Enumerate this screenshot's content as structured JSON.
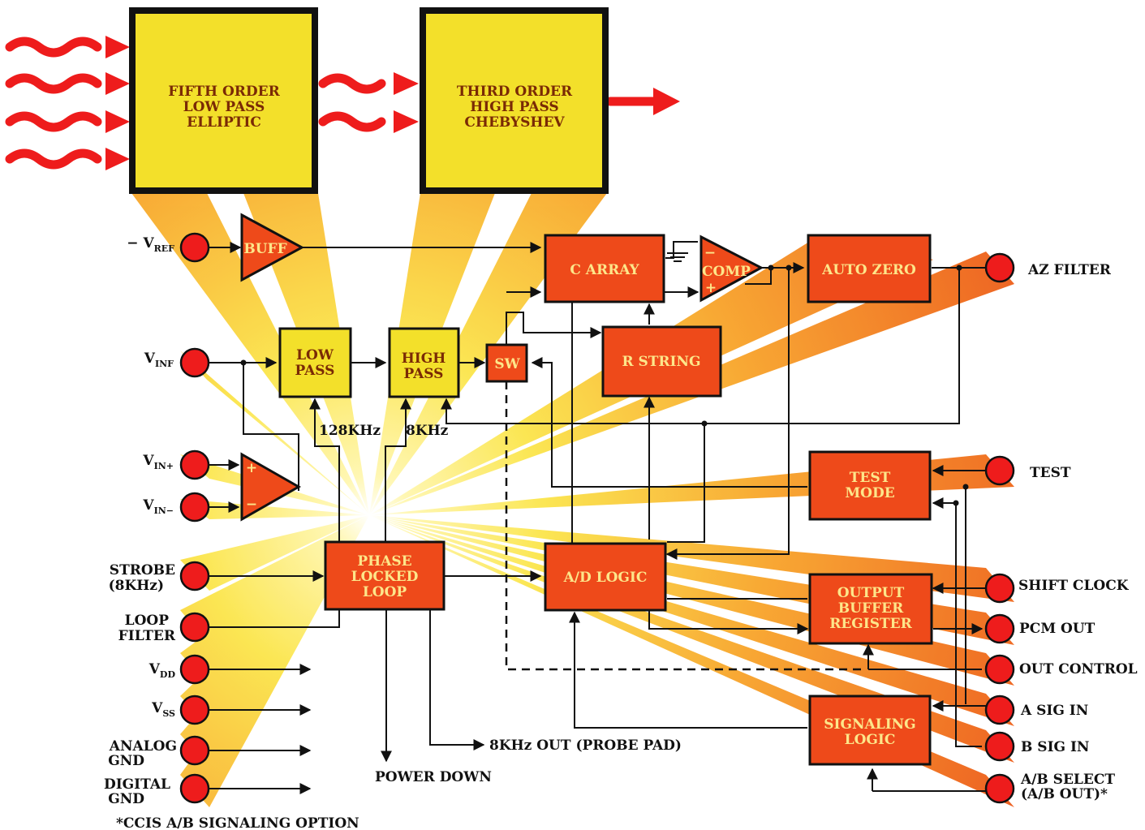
{
  "filters": {
    "fifth": [
      "FIFTH ORDER",
      "LOW PASS",
      "ELLIPTIC"
    ],
    "third": [
      "THIRD ORDER",
      "HIGH PASS",
      "CHEBYSHEV"
    ]
  },
  "blocks": {
    "buff": "BUFF",
    "low_pass": [
      "LOW",
      "PASS"
    ],
    "high_pass": [
      "HIGH",
      "PASS"
    ],
    "sw": "SW",
    "c_array": "C ARRAY",
    "comp": "COMP",
    "comp_minus": "−",
    "comp_plus": "+",
    "auto_zero": "AUTO ZERO",
    "r_string": "R STRING",
    "test_mode": [
      "TEST",
      "MODE"
    ],
    "pll": [
      "PHASE",
      "LOCKED",
      "LOOP"
    ],
    "ad_logic": "A/D LOGIC",
    "output_buffer": [
      "OUTPUT",
      "BUFFER",
      "REGISTER"
    ],
    "signaling_logic": [
      "SIGNALING",
      "LOGIC"
    ],
    "opamp_plus": "+",
    "opamp_minus": "−"
  },
  "freq": {
    "f128": "128KHz",
    "f8": "8KHz"
  },
  "left_pins": {
    "vref": {
      "main": "− V",
      "sub": "REF"
    },
    "vinf": {
      "main": "V",
      "sub": "INF"
    },
    "vin_plus": {
      "main": "V",
      "sub": "IN+"
    },
    "vin_minus": {
      "main": "V",
      "sub": "IN−"
    },
    "strobe": [
      "STROBE",
      "(8KHz)"
    ],
    "loop_filter": [
      "LOOP",
      "FILTER"
    ],
    "vdd": {
      "main": "V",
      "sub": "DD"
    },
    "vss": {
      "main": "V",
      "sub": "SS"
    },
    "analog_gnd": [
      "ANALOG",
      "GND"
    ],
    "digital_gnd": [
      "DIGITAL",
      "GND"
    ]
  },
  "right_pins": {
    "az_filter": "AZ FILTER",
    "test": "TEST",
    "shift_clock": "SHIFT CLOCK",
    "pcm_out": "PCM OUT",
    "out_control": "OUT CONTROL",
    "a_sig_in": "A SIG IN",
    "b_sig_in": "B SIG IN",
    "ab_select": [
      "A/B SELECT",
      "(A/B OUT)*"
    ]
  },
  "outputs": {
    "power_down": "POWER DOWN",
    "probe": "8KHz OUT (PROBE PAD)"
  },
  "footnote": "*CCIS A/B SIGNALING OPTION",
  "colors": {
    "block_red": "#ee4a1a",
    "filter_yellow": "#f3e02a",
    "pin_red": "#ee1c1c",
    "beam_yellow": "#fff27a",
    "beam_orange": "#f57b1c"
  }
}
